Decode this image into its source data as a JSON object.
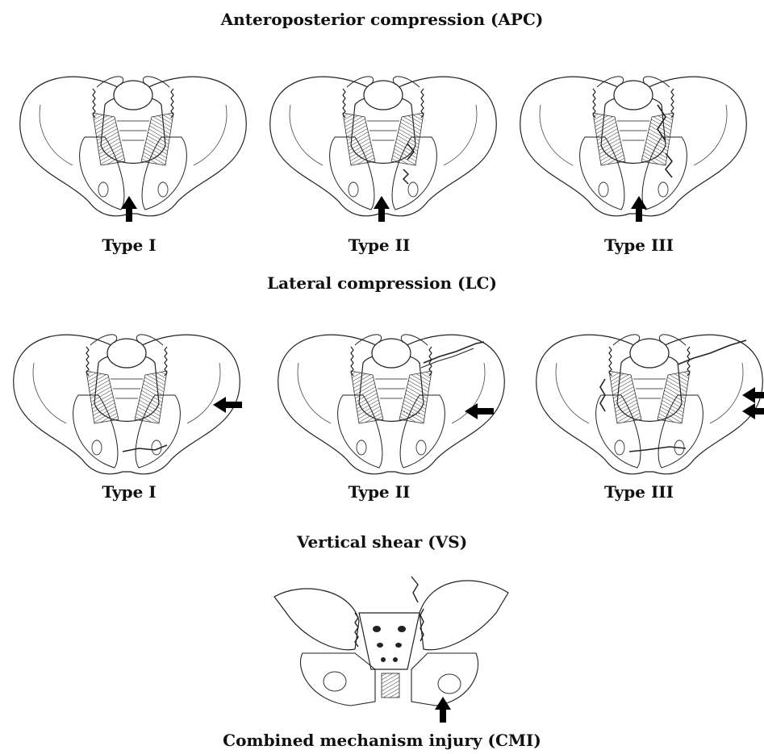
{
  "sections": [
    {
      "heading": "Anteroposterior compression (APC)",
      "types": [
        "Type I",
        "Type II",
        "Type III"
      ]
    },
    {
      "heading": "Lateral compression (LC)",
      "types": [
        "Type I",
        "Type II",
        "Type III"
      ]
    },
    {
      "heading": "Vertical shear (VS)",
      "types": []
    }
  ],
  "footer": "Combined mechanism injury (CMI)"
}
